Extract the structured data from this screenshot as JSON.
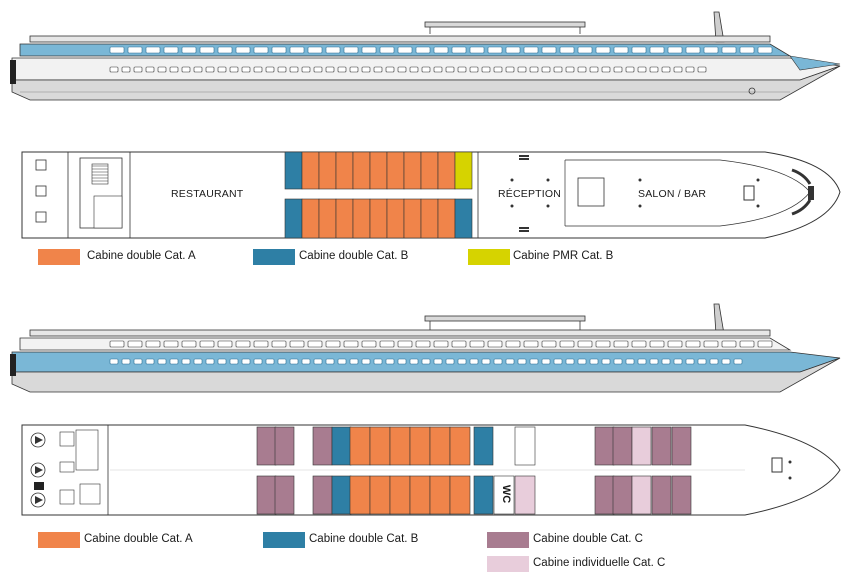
{
  "deck1": {
    "rooms": {
      "restaurant": "RESTAURANT",
      "reception": "RÉCEPTION",
      "salon_bar": "SALON / BAR"
    },
    "cabins": {
      "top_row": [
        "B",
        "A",
        "A",
        "A",
        "A",
        "A",
        "A",
        "A",
        "A",
        "A",
        "PMR"
      ],
      "bottom_row": [
        "B",
        "A",
        "A",
        "A",
        "A",
        "A",
        "A",
        "A",
        "A",
        "A",
        "B"
      ]
    },
    "legend": [
      {
        "label": "Cabine double Cat. A",
        "color": "#f0844a"
      },
      {
        "label": "Cabine double Cat. B",
        "color": "#2e7fa5"
      },
      {
        "label": "Cabine PMR Cat. B",
        "color": "#d6d300"
      }
    ]
  },
  "deck2": {
    "rooms": {
      "wc": "WC"
    },
    "legend": [
      {
        "label": "Cabine double Cat. A",
        "color": "#f0844a"
      },
      {
        "label": "Cabine double Cat. B",
        "color": "#2e7fa5"
      },
      {
        "label": "Cabine double Cat. C",
        "color": "#a87c90"
      },
      {
        "label": "Cabine individuelle Cat. C",
        "color": "#e8cddb"
      }
    ]
  },
  "colors": {
    "cat_a": "#f0844a",
    "cat_b": "#2e7fa5",
    "pmr": "#d6d300",
    "cat_c_double": "#a87c90",
    "cat_c_single": "#e8cddb",
    "hull_blue": "#7ab7d6",
    "deck_gray": "#dcdcdc"
  }
}
